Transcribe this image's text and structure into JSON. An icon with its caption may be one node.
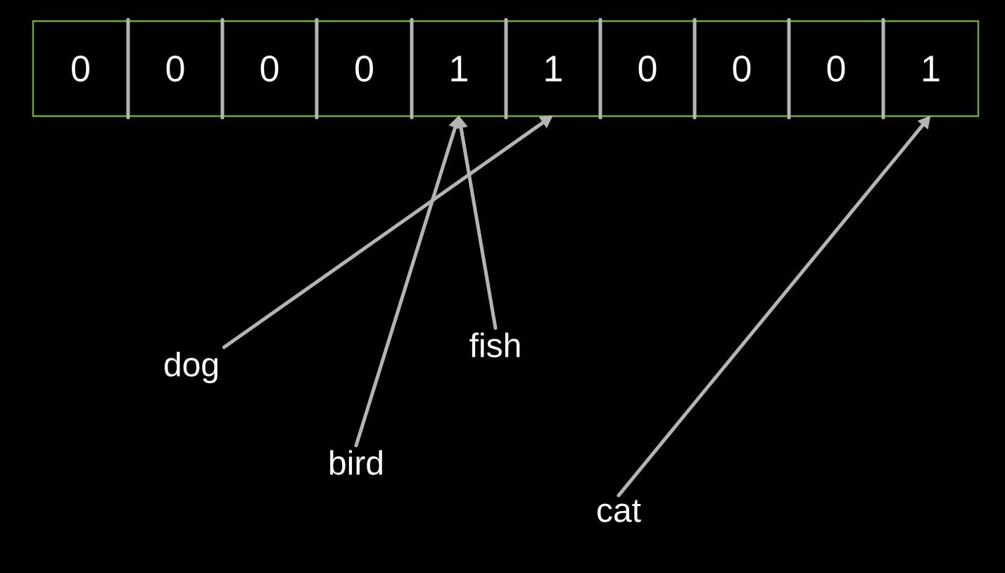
{
  "diagram": {
    "nodes": [
      {
        "text": [
          "0"
        ]
      },
      {
        "text": [
          "0"
        ]
      },
      {
        "text": [
          "0"
        ]
      },
      {
        "text": [
          "0"
        ]
      },
      {
        "text": [
          "1"
        ]
      },
      {
        "text": [
          "1"
        ]
      },
      {
        "text": [
          "0"
        ]
      },
      {
        "text": [
          "0"
        ]
      },
      {
        "text": [
          "0"
        ]
      },
      {
        "text": [
          "1"
        ]
      },
      {
        "text": [
          "dog"
        ]
      },
      {
        "text": [
          "bird"
        ]
      },
      {
        "text": [
          "fish"
        ]
      },
      {
        "text": [
          "cat"
        ]
      }
    ],
    "edges": [
      {
        "from": 10,
        "to": 5,
        "arrow": "to"
      },
      {
        "from": 11,
        "to": 4,
        "arrow": "to"
      },
      {
        "from": 12,
        "to": 4,
        "arrow": "to"
      },
      {
        "from": 13,
        "to": 9,
        "arrow": "to"
      }
    ]
  }
}
